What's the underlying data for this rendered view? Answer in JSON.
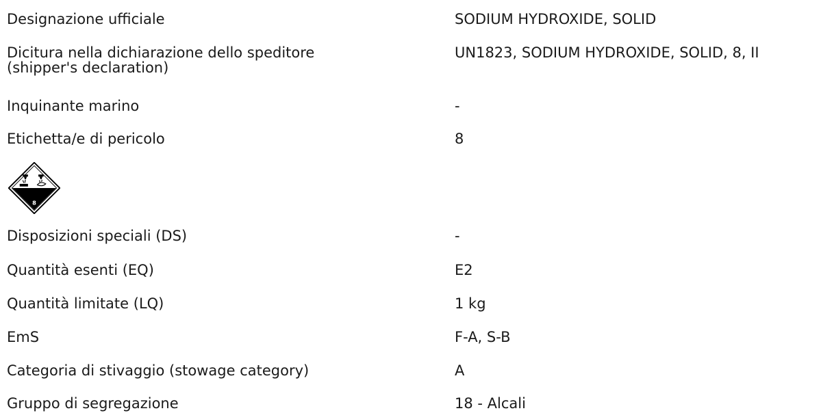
{
  "rows": [
    {
      "label": "Designazione ufficiale",
      "value": "SODIUM HYDROXIDE, SOLID"
    },
    {
      "label_line1": "Dicitura nella dichiarazione dello speditore",
      "label_line2": "(shipper's declaration)",
      "value": "UN1823, SODIUM HYDROXIDE, SOLID, 8, II"
    },
    {
      "label": "Inquinante marino",
      "value": "-"
    },
    {
      "label": "Etichetta/e di pericolo",
      "value": "8"
    },
    {
      "label": "Disposizioni speciali (DS)",
      "value": "-"
    },
    {
      "label": "Quantità esenti (EQ)",
      "value": "E2"
    },
    {
      "label": "Quantità limitate (LQ)",
      "value": "1 kg"
    },
    {
      "label": "EmS",
      "value": "F-A, S-B"
    },
    {
      "label": "Categoria di stivaggio (stowage category)",
      "value": "A"
    },
    {
      "label": "Gruppo di segregazione",
      "value": "18 - Alcali"
    }
  ],
  "pictogram": {
    "icon": "corrosive-class-8-icon",
    "class_number": "8"
  }
}
